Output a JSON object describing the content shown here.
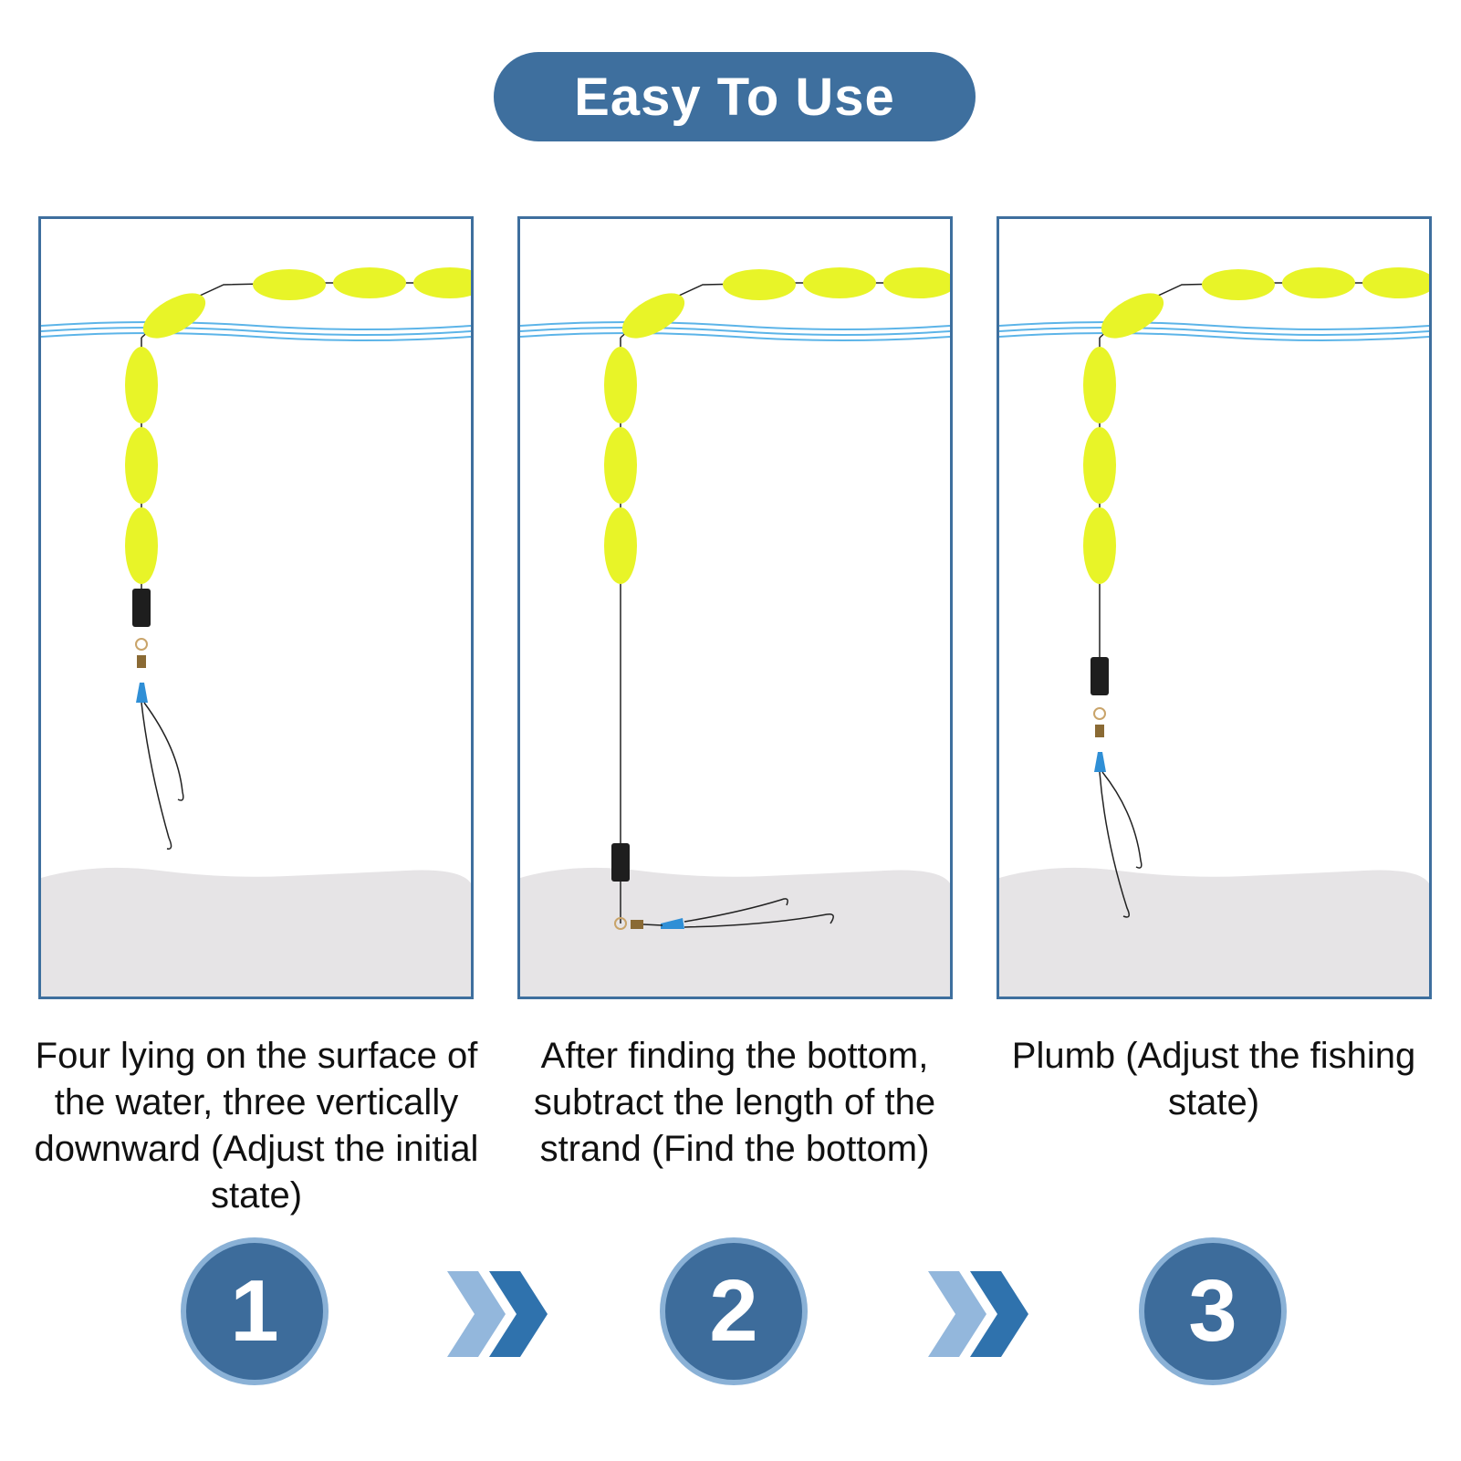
{
  "title": "Easy To Use",
  "colors": {
    "accent": "#3e6f9e",
    "float": "#e8f428",
    "water": "#5cb4e8",
    "seabed": "#e6e4e6",
    "weight": "#1e1e1e",
    "bead": "#2f8fd6"
  },
  "panels": [
    {
      "caption": "Four lying on the surface of the water, three vertically downward (Adjust the initial state)"
    },
    {
      "caption": "After finding the bottom, subtract the length of the strand (Find the bottom)"
    },
    {
      "caption": "Plumb (Adjust the fishing state)"
    }
  ],
  "steps": [
    "1",
    "2",
    "3"
  ],
  "arrows": [
    "chevron-right-icon",
    "chevron-right-icon"
  ]
}
